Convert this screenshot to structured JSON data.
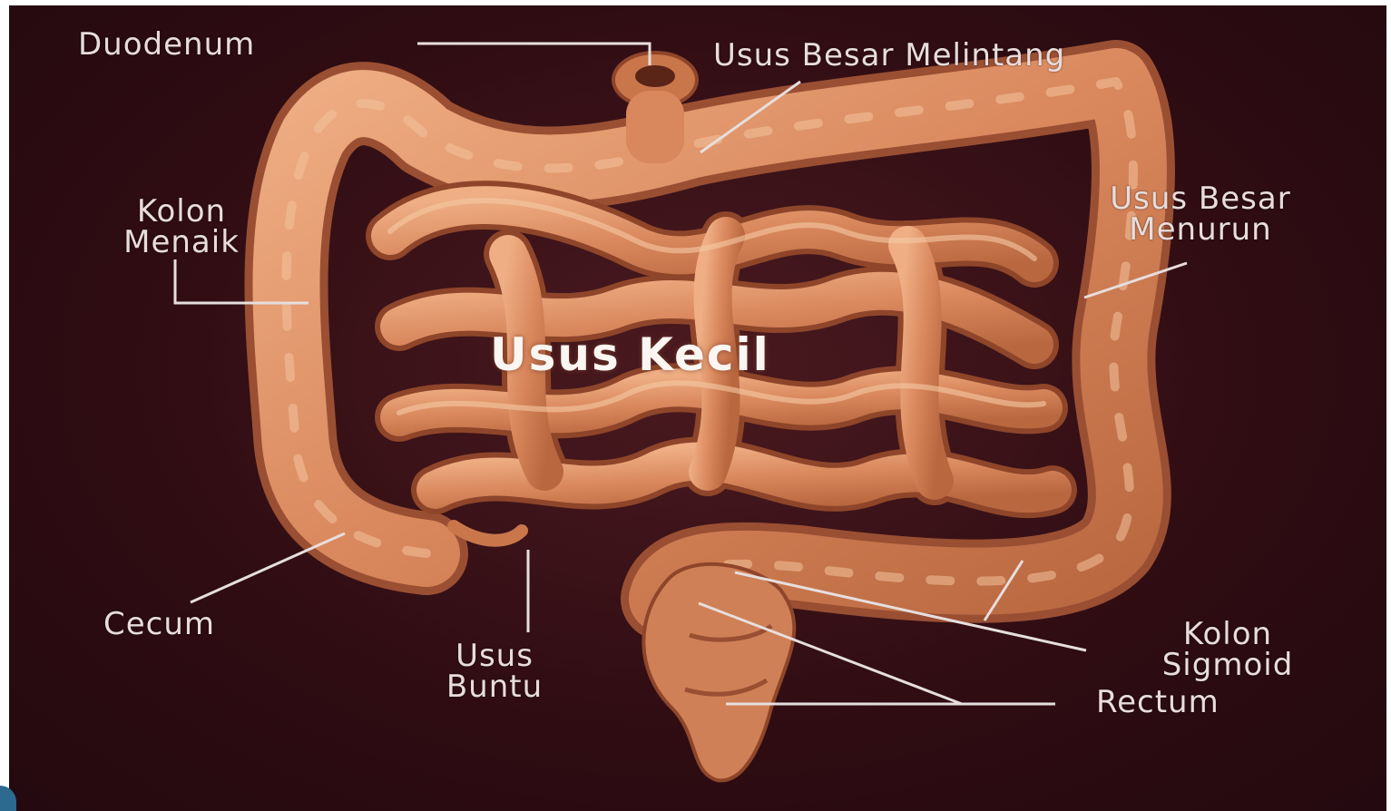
{
  "diagram": {
    "labels": {
      "duodenum": "Duodenum",
      "usus_besar_melintang": "Usus Besar Melintang",
      "kolon_menaik_1": "Kolon",
      "kolon_menaik_2": "Menaik",
      "usus_besar_menurun_1": "Usus Besar",
      "usus_besar_menurun_2": "Menurun",
      "usus_kecil": "Usus Kecil",
      "cecum": "Cecum",
      "usus_buntu_1": "Usus",
      "usus_buntu_2": "Buntu",
      "kolon_sigmoid_1": "Kolon",
      "kolon_sigmoid_2": "Sigmoid",
      "rectum": "Rectum"
    },
    "colors": {
      "background": "#2e0c12",
      "intestine": "#d9875c",
      "intestine_shadow": "#9a4f33",
      "intestine_highlight": "#f0b38a",
      "leader_line": "#e6dede",
      "label_text": "#e8dcdc"
    }
  }
}
